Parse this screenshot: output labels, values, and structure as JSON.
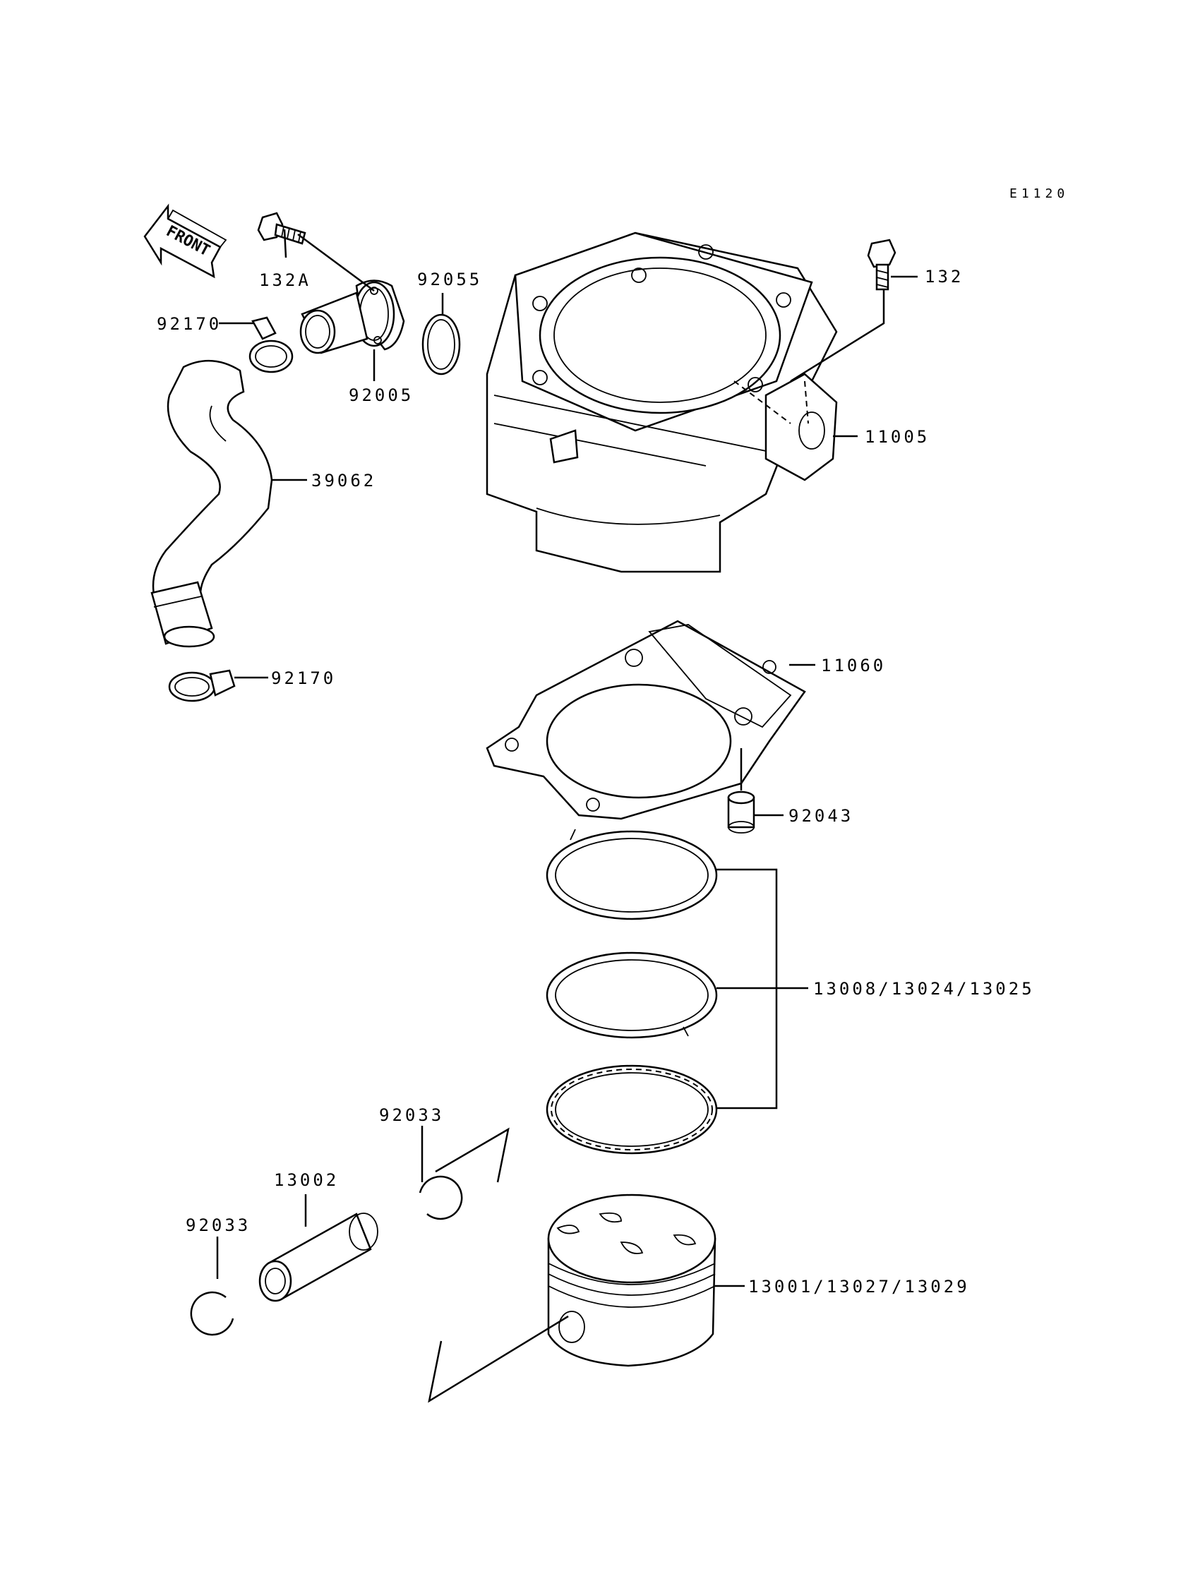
{
  "drawing_code": "E1120",
  "front_label": "FRONT",
  "colors": {
    "line": "#000000",
    "background": "#ffffff"
  },
  "parts": [
    {
      "id": "p132a",
      "number": "132A"
    },
    {
      "id": "p92055",
      "number": "92055"
    },
    {
      "id": "p132",
      "number": "132"
    },
    {
      "id": "p92170a",
      "number": "92170"
    },
    {
      "id": "p92005",
      "number": "92005"
    },
    {
      "id": "p11005",
      "number": "11005"
    },
    {
      "id": "p39062",
      "number": "39062"
    },
    {
      "id": "p11060",
      "number": "11060"
    },
    {
      "id": "p92170b",
      "number": "92170"
    },
    {
      "id": "p92043",
      "number": "92043"
    },
    {
      "id": "p13008",
      "number": "13008/13024/13025"
    },
    {
      "id": "p92033a",
      "number": "92033"
    },
    {
      "id": "p13002",
      "number": "13002"
    },
    {
      "id": "p92033b",
      "number": "92033"
    },
    {
      "id": "p13001",
      "number": "13001/13027/13029"
    }
  ]
}
